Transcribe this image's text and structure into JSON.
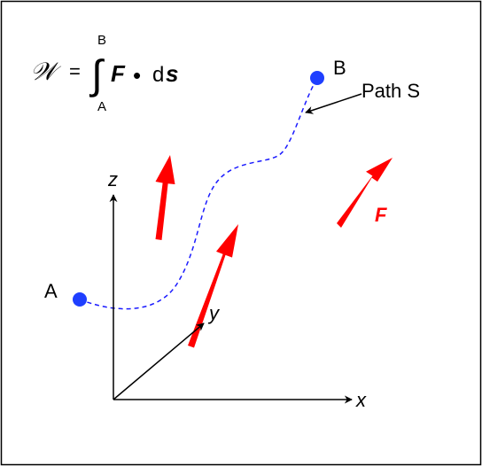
{
  "formula": {
    "work_symbol": "𝒲",
    "equals": "=",
    "integral": "∫",
    "upper_limit": "B",
    "lower_limit": "A",
    "force": "F",
    "dot": "•",
    "d": "d",
    "displacement": "s"
  },
  "points": {
    "start_label": "A",
    "end_label": "B"
  },
  "path_label": "Path S",
  "axes": {
    "x": "x",
    "y": "y",
    "z": "z"
  },
  "force_label": "F",
  "colors": {
    "path": "#1a1aff",
    "point": "#1f3fff",
    "force": "#ff0000",
    "axis": "#000000",
    "frame": "#000000"
  }
}
